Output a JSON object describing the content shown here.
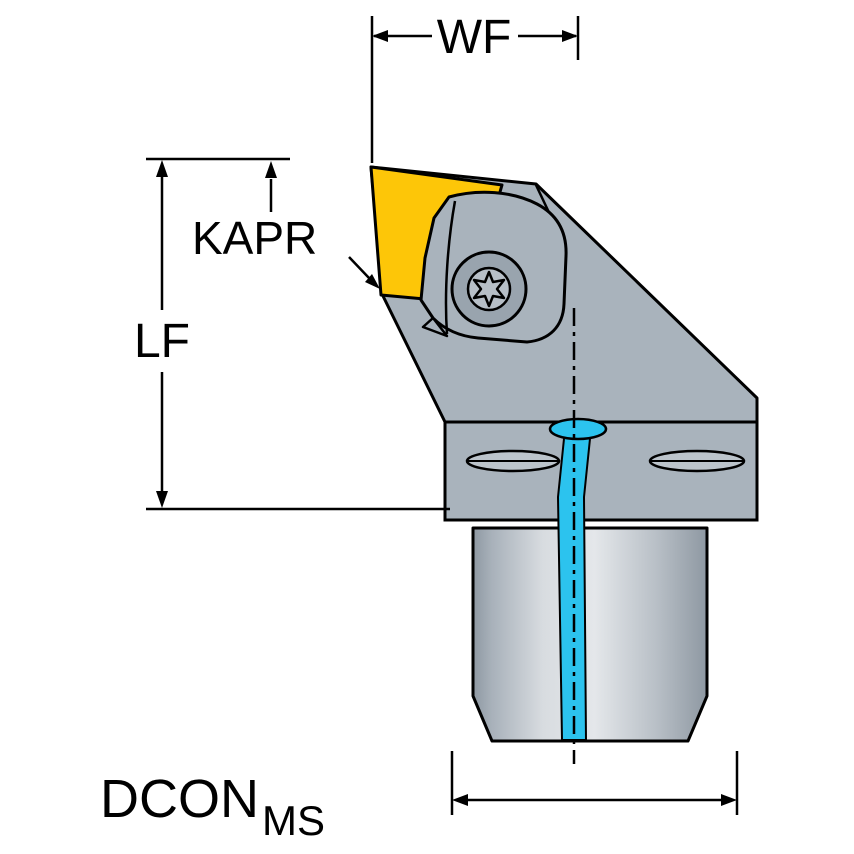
{
  "diagram": {
    "type": "tool-dimension-drawing",
    "labels": {
      "wf": "WF",
      "kapr": "KAPR",
      "lf": "LF",
      "dcon": "DCON",
      "dcon_sub": "MS"
    },
    "colors": {
      "background": "#ffffff",
      "outline": "#000000",
      "body": "#a9b3bc",
      "body_shadow": "#99a4ae",
      "screw_inner": "#b7bfc7",
      "insert": "#fdc608",
      "coolant": "#2cc3ee",
      "slot": "#bcc4cb"
    }
  }
}
